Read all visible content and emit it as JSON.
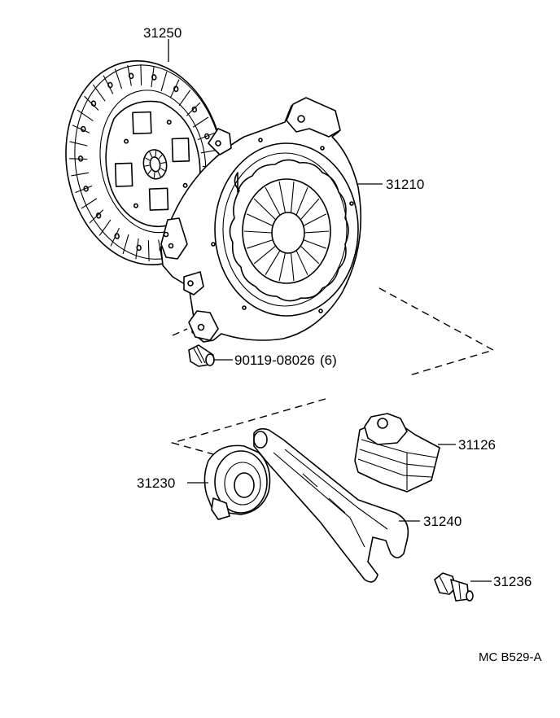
{
  "parts": [
    {
      "id": "disc",
      "number": "31250",
      "icon": "clutch-disc-icon"
    },
    {
      "id": "cover",
      "number": "31210",
      "icon": "clutch-cover-icon"
    },
    {
      "id": "bolt",
      "number": "90119-08026",
      "qty": "(6)",
      "icon": "bolt-icon"
    },
    {
      "id": "boot",
      "number": "31126",
      "icon": "release-fork-boot-icon"
    },
    {
      "id": "bearing",
      "number": "31230",
      "icon": "release-bearing-icon"
    },
    {
      "id": "fork",
      "number": "31240",
      "icon": "release-fork-icon"
    },
    {
      "id": "pivot",
      "number": "31236",
      "icon": "fork-support-bolt-icon"
    }
  ],
  "diagram_ref": "MC B529-A"
}
